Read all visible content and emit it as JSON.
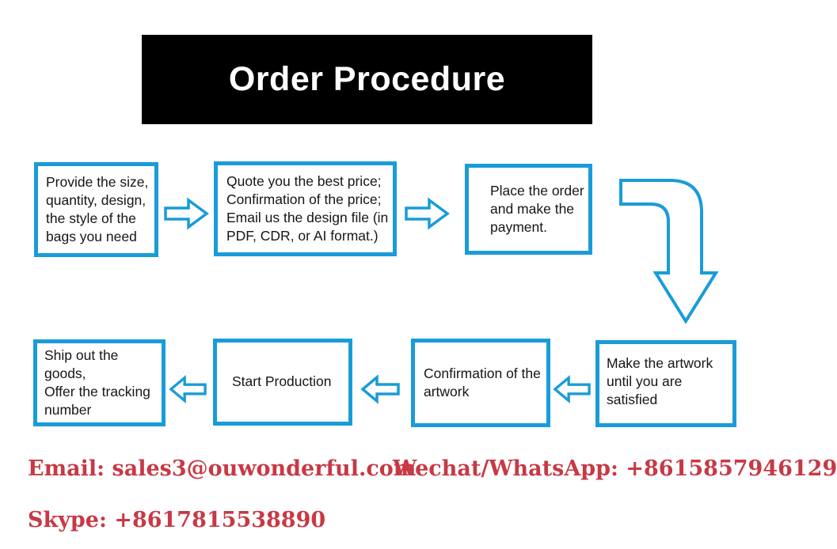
{
  "title": "Order Procedure",
  "colors": {
    "accent_blue": "#199CD8",
    "banner_bg": "#000000",
    "banner_text": "#ffffff",
    "contact_red": "#C73945",
    "box_text": "#161616"
  },
  "steps": [
    {
      "label": "step-1",
      "text": "Provide the size,\nquantity, design,\nthe style of the\nbags you need"
    },
    {
      "label": "step-2",
      "text": "Quote you the best price;\nConfirmation of the price;\nEmail us the design file (in\nPDF, CDR, or AI format.)"
    },
    {
      "label": "step-3",
      "text": "Place the order\nand make the\npayment."
    },
    {
      "label": "step-4",
      "text": "Make the artwork\nuntil you are satisfied"
    },
    {
      "label": "step-5",
      "text": "Confirmation of the\nartwork"
    },
    {
      "label": "step-6",
      "text": "Start Production"
    },
    {
      "label": "step-7",
      "text": "Ship out the goods,\nOffer the tracking\nnumber"
    }
  ],
  "contact": {
    "email": "Email: sales3@ouwonderful.com",
    "wechat_whatsapp": "Wechat/WhatsApp: +8615857946129",
    "skype": "Skype: +8617815538890"
  }
}
